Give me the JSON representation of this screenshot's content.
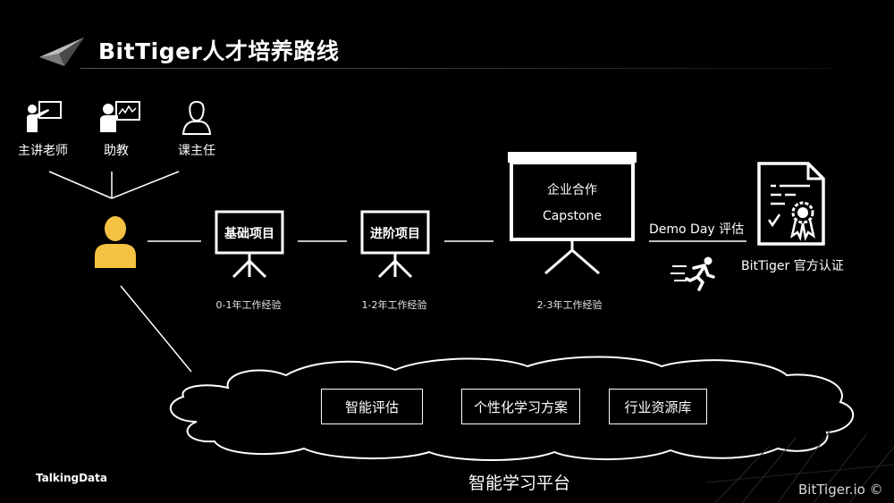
{
  "slide": {
    "title": "BitTiger人才培养路线",
    "brand": "TalkingData",
    "copyright": "BitTiger.io ©"
  },
  "roles": [
    {
      "label": "主讲老师",
      "icon": "lecturer-icon"
    },
    {
      "label": "助教",
      "icon": "teaching-assistant-icon"
    },
    {
      "label": "课主任",
      "icon": "course-director-icon"
    }
  ],
  "stages": [
    {
      "label": "基础项目",
      "experience": "0-1年工作经验"
    },
    {
      "label": "进阶项目",
      "experience": "1-2年工作经验"
    },
    {
      "label_line1": "企业合作",
      "label_line2": "Capstone",
      "experience": "2-3年工作经验"
    }
  ],
  "evaluation": {
    "label": "Demo Day 评估"
  },
  "certification": {
    "label": "BitTiger 官方认证"
  },
  "platform": {
    "label": "智能学习平台",
    "features": [
      "智能评估",
      "个性化学习方案",
      "行业资源库"
    ]
  },
  "colors": {
    "background": "#000000",
    "student": "#F5C242",
    "foreground": "#FFFFFF"
  }
}
